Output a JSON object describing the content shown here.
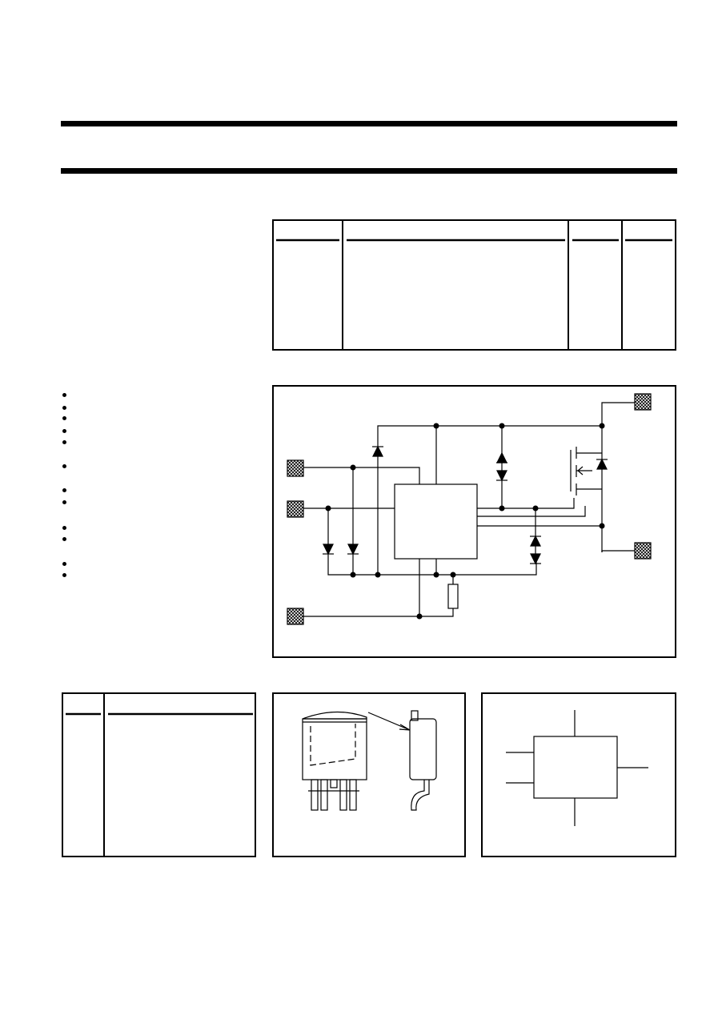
{
  "page": {
    "header_rules": 2,
    "bullet_count": 12
  },
  "quick_reference_table": {
    "columns": 4,
    "rows_visible": 0
  },
  "pinning_table": {
    "columns": 2
  },
  "diagrams": {
    "functional_block": "present",
    "package_outline": "present",
    "symbol": "present"
  }
}
